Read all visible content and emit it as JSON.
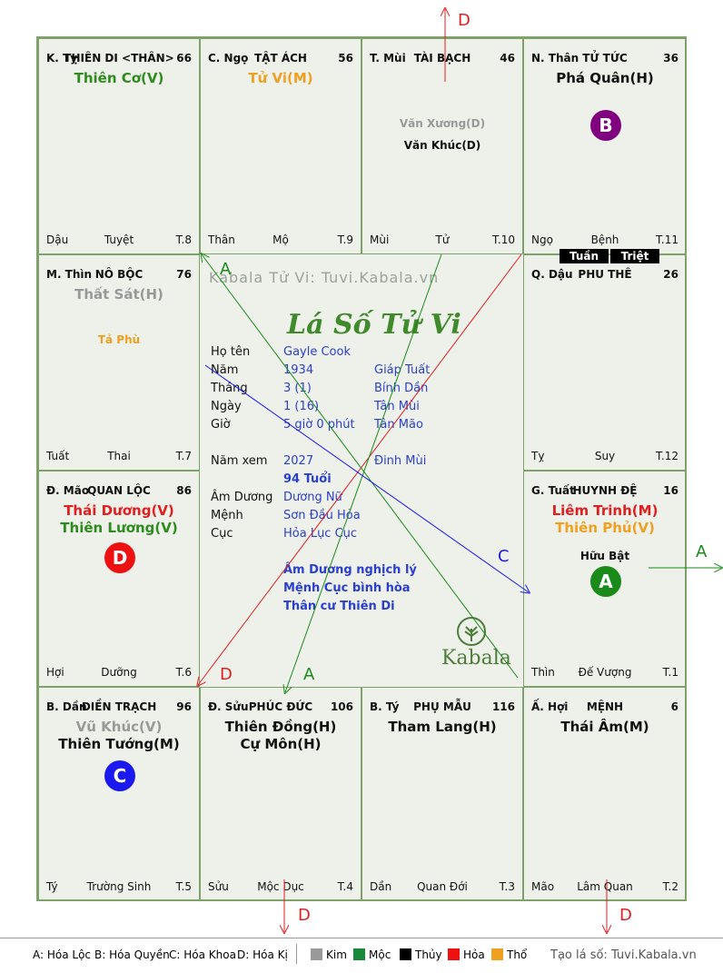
{
  "watermark_text": "Kabala Tử Vi: Tuvi.Kabala.vn",
  "chart_title": "Lá Số Tử Vi",
  "brand": "Kabala",
  "cells": {
    "ty_top": {
      "branch": "K. Tỵ",
      "palace": "THIÊN DI <THÂN>",
      "age": "66",
      "main": [
        "Thiên Cơ(V)"
      ],
      "main_colors": [
        "#2e8b1e"
      ],
      "minor": [],
      "foot_l": "Dậu",
      "foot_c": "Tuyệt",
      "foot_r": "T.8"
    },
    "ngo": {
      "branch": "C. Ngọ",
      "palace": "TẬT ÁCH",
      "age": "56",
      "main": [
        "Tử Vi(M)"
      ],
      "main_colors": [
        "#f0a020"
      ],
      "minor": [],
      "foot_l": "Thân",
      "foot_c": "Mộ",
      "foot_r": "T.9"
    },
    "mui": {
      "branch": "T. Mùi",
      "palace": "TÀI BẠCH",
      "age": "46",
      "main": [],
      "main_colors": [],
      "minor": [
        "Văn Xương(D)",
        "Văn Khúc(D)"
      ],
      "minor_colors": [
        "#999999",
        "#111111"
      ],
      "foot_l": "Mùi",
      "foot_c": "Tử",
      "foot_r": "T.10"
    },
    "than": {
      "branch": "N. Thân",
      "palace": "TỬ TỨC",
      "age": "36",
      "main": [
        "Phá Quân(H)"
      ],
      "main_colors": [
        "#111111"
      ],
      "minor": [],
      "circle": "B",
      "circle_color": "#800080",
      "foot_l": "Ngọ",
      "foot_c": "Bệnh",
      "foot_r": "T.11"
    },
    "thin": {
      "branch": "M. Thìn",
      "palace": "NÔ BỘC",
      "age": "76",
      "main": [
        "Thất Sát(H)"
      ],
      "main_colors": [
        "#999999"
      ],
      "minor": [
        "Tả Phù"
      ],
      "minor_colors": [
        "#f0a020"
      ],
      "foot_l": "Tuất",
      "foot_c": "Thai",
      "foot_r": "T.7"
    },
    "dau": {
      "branch": "Q. Dậu",
      "palace": "PHU THÊ",
      "age": "26",
      "main": [],
      "main_colors": [],
      "minor": [],
      "foot_l": "Tỵ",
      "foot_c": "Suy",
      "foot_r": "T.12"
    },
    "mao": {
      "branch": "Đ. Mão",
      "palace": "QUAN LỘC",
      "age": "86",
      "main": [
        "Thái Dương(V)",
        "Thiên Lương(V)"
      ],
      "main_colors": [
        "#e02020",
        "#2e8b1e"
      ],
      "minor": [],
      "circle": "D",
      "circle_color": "#ee1111",
      "foot_l": "Hợi",
      "foot_c": "Dưỡng",
      "foot_r": "T.6"
    },
    "tuat": {
      "branch": "G. Tuất",
      "palace": "HUYNH ĐỆ",
      "age": "16",
      "main": [
        "Liêm Trinh(M)",
        "Thiên Phủ(V)"
      ],
      "main_colors": [
        "#e02020",
        "#f0a020"
      ],
      "minor": [
        "Hữu Bật"
      ],
      "minor_colors": [
        "#111111"
      ],
      "circle": "A",
      "circle_color": "#1a8a1a",
      "foot_l": "Thìn",
      "foot_c": "Đế Vượng",
      "foot_r": "T.1"
    },
    "dan": {
      "branch": "B. Dần",
      "palace": "ĐIỀN TRẠCH",
      "age": "96",
      "main": [
        "Vũ Khúc(V)",
        "Thiên Tướng(M)"
      ],
      "main_colors": [
        "#999999",
        "#111111"
      ],
      "minor": [],
      "circle": "C",
      "circle_color": "#1a1aee",
      "foot_l": "Tý",
      "foot_c": "Trường Sinh",
      "foot_r": "T.5"
    },
    "suu": {
      "branch": "Đ. Sửu",
      "palace": "PHÚC ĐỨC",
      "age": "106",
      "main": [
        "Thiên Đồng(H)",
        "Cự Môn(H)"
      ],
      "main_colors": [
        "#111111",
        "#111111"
      ],
      "minor": [],
      "foot_l": "Sửu",
      "foot_c": "Mộc Dục",
      "foot_r": "T.4"
    },
    "ty_bot": {
      "branch": "B. Tý",
      "palace": "PHỤ MẪU",
      "age": "116",
      "main": [
        "Tham Lang(H)"
      ],
      "main_colors": [
        "#111111"
      ],
      "minor": [],
      "foot_l": "Dần",
      "foot_c": "Quan Đới",
      "foot_r": "T.3"
    },
    "hoi": {
      "branch": "Ấ. Hợi",
      "palace": "MỆNH",
      "age": "6",
      "main": [
        "Thái Âm(M)"
      ],
      "main_colors": [
        "#111111"
      ],
      "minor": [],
      "foot_l": "Mão",
      "foot_c": "Lâm Quan",
      "foot_r": "T.2"
    }
  },
  "tuan": "Tuần",
  "triet": "Triệt",
  "info": [
    {
      "label": "Họ tên",
      "v1": "Gayle Cook",
      "v2": ""
    },
    {
      "label": "Năm",
      "v1": "1934",
      "v2": "Giáp Tuất"
    },
    {
      "label": "Tháng",
      "v1": "3  (1)",
      "v2": "Bính Dần"
    },
    {
      "label": "Ngày",
      "v1": "1  (16)",
      "v2": "Tân Mùi"
    },
    {
      "label": "Giờ",
      "v1": "5 giờ 0 phút",
      "v2": "Tân Mão"
    },
    {
      "label": "Năm xem",
      "v1": "2027",
      "v2": "Đinh Mùi"
    },
    {
      "label": "",
      "v1": "94 Tuổi",
      "v2": ""
    },
    {
      "label": "Âm Dương",
      "v1": "Dương Nữ",
      "v2": ""
    },
    {
      "label": "Mệnh",
      "v1": "Sơn Đầu Hỏa",
      "v2": ""
    },
    {
      "label": "Cục",
      "v1": "Hỏa Lục Cục",
      "v2": ""
    }
  ],
  "notes": [
    "Âm Dương nghịch lý",
    "Mệnh Cục bình hòa",
    "Thân cư Thiên Di"
  ],
  "arrow_labels": {
    "top": "D",
    "right": "A",
    "bottom_left": "D",
    "bottom_right": "D",
    "line_a1": "A",
    "line_a2": "A",
    "line_c": "C",
    "line_d": "D"
  },
  "legend": {
    "a": "A: Hóa Lộc",
    "b": "B: Hóa Quyền",
    "c": "C: Hóa Khoa",
    "d": "D: Hóa Kị",
    "kim": "Kim",
    "moc": "Mộc",
    "thuy": "Thủy",
    "hoa": "Hỏa",
    "tho": "Thổ",
    "site": "Tạo lá số: Tuvi.Kabala.vn"
  },
  "colors": {
    "a": "#1a8a1a",
    "b": "#800080",
    "c": "#1a1aee",
    "d": "#ee1111",
    "kim": "#999999",
    "moc": "#1a8a3a",
    "thuy": "#000000",
    "hoa": "#ee1111",
    "tho": "#f0a020"
  }
}
